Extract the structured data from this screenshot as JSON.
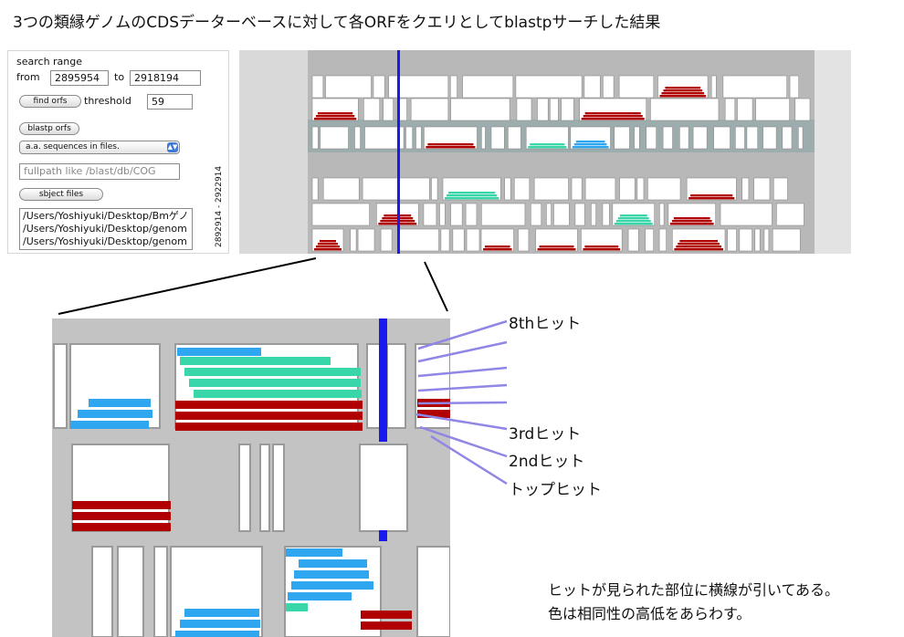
{
  "title": "3つの類縁ゲノムのCDSデーターベースに対して各ORFをクエリとしてblastpサーチした結果",
  "controls": {
    "search_range_label": "search range",
    "from_label": "from",
    "from_value": "2895954",
    "to_label": "to",
    "to_value": "2918194",
    "find_orfs_label": "find orfs",
    "threshold_label": "threshold",
    "threshold_value": "59",
    "blastp_orfs_label": "blastp orfs",
    "sequence_select": "a.a. sequences in files.",
    "db_path_placeholder": "fullpath like /blast/db/COG",
    "subject_files_label": "sbject files",
    "files": [
      "/Users/Yoshiyuki/Desktop/Bmゲノ",
      "/Users/Yoshiyuki/Desktop/genom",
      "/Users/Yoshiyuki/Desktop/genom"
    ],
    "range_label": "2892914 - 2922914"
  },
  "annotations": {
    "hit8": "8thヒット",
    "hit3": "3rdヒット",
    "hit2": "2ndヒット",
    "top": "トップヒット"
  },
  "notes": {
    "line1": "ヒットが見られた部位に横線が引いてある。",
    "line2": "色は相同性の高低をあらわす。"
  },
  "colors": {
    "cursor": "#1a1aee",
    "connector": "#8f86e6",
    "hit_high": "#b00000",
    "hit_mid": "#39d6aa",
    "hit_low": "#2ea6f0",
    "track_bg": "#b8b8b8",
    "selected_band": "#9dadad"
  }
}
